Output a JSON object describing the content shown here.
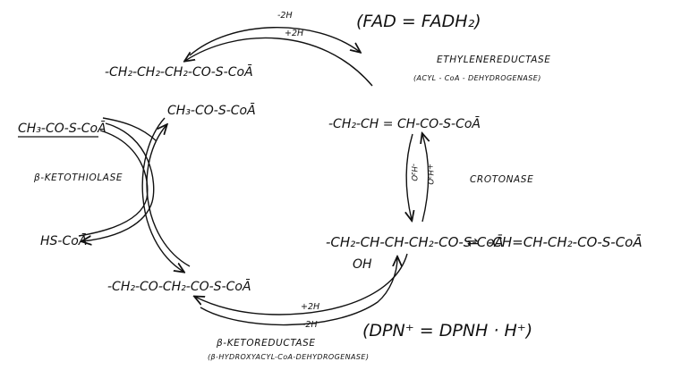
{
  "cofactors": {
    "fad_pair": "(FAD = FADH₂)",
    "dpn_pair": "(DPN⁺ = DPNH · H⁺)"
  },
  "enzymes": {
    "ethylene_reductase": "ETHYLENEREDUCTASE",
    "ethylene_reductase_alt": "(ACYL - CoA - DEHYDROGENASE)",
    "crotonase": "CROTONASE",
    "ketothiolase": "β-KETOTHIOLASE",
    "ketoreductase": "β-KETOREDUCTASE",
    "ketoreductase_alt": "(β-HYDROXYACYL-CoA-DEHYDROGENASE)"
  },
  "compounds": {
    "acyl_coa_top": "-CH₂-CH₂-CH₂-CO-S-CoĀ",
    "acetyl_coa_inner": "CH₃-CO-S-CoĀ",
    "acetyl_coa_left": "CH₃-CO-S-CoĀ",
    "enoyl_coa": "-CH₂-CH = CH-CO-S-CoĀ",
    "hydroxyacyl_coa": "-CH₂-CH-CH-CH₂-CO-S-CoĀ",
    "hydroxy_group": "OH",
    "coa_sh": "HS-CoĀ",
    "ketoacyl_coa": "-CH₂-CO-CH₂-CO-S-CoĀ",
    "unsaturated_product": "-CH=CH-CH₂-CO-S-CoĀ"
  },
  "reaction_labels": {
    "top_minus_2h": "-2H",
    "top_plus_2h": "+2H",
    "bottom_plus_2h": "+2H",
    "bottom_minus_2h": "-2H",
    "minus_h2o": "-H₂O",
    "plus_h2o": "+H₂O",
    "equilibrium": "⇌"
  }
}
